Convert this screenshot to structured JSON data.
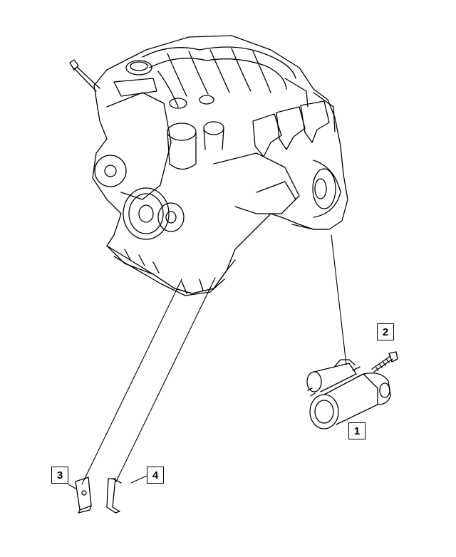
{
  "diagram": {
    "callouts": [
      {
        "id": "callout-1",
        "label": "1"
      },
      {
        "id": "callout-2",
        "label": "2"
      },
      {
        "id": "callout-3",
        "label": "3"
      },
      {
        "id": "callout-4",
        "label": "4"
      }
    ],
    "parts": [
      {
        "label": "1",
        "part": "starter-motor"
      },
      {
        "label": "2",
        "part": "mounting-bolt"
      },
      {
        "label": "3",
        "part": "support-bracket-left"
      },
      {
        "label": "4",
        "part": "support-bracket-right"
      }
    ],
    "line_color": "#000000",
    "background": "#ffffff"
  }
}
